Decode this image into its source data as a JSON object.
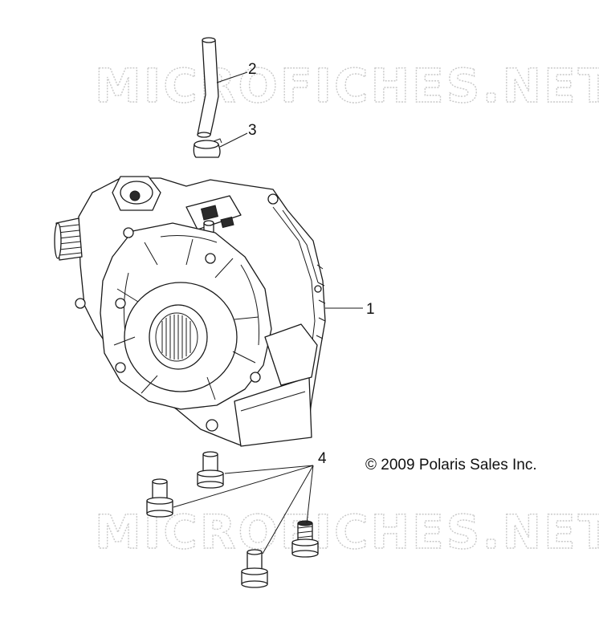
{
  "diagram": {
    "watermark_text": "MICROFICHES.NET",
    "copyright": "© 2009 Polaris Sales Inc.",
    "callouts": [
      {
        "id": "1",
        "label": "1"
      },
      {
        "id": "2",
        "label": "2"
      },
      {
        "id": "3",
        "label": "3"
      },
      {
        "id": "4",
        "label": "4"
      }
    ]
  }
}
